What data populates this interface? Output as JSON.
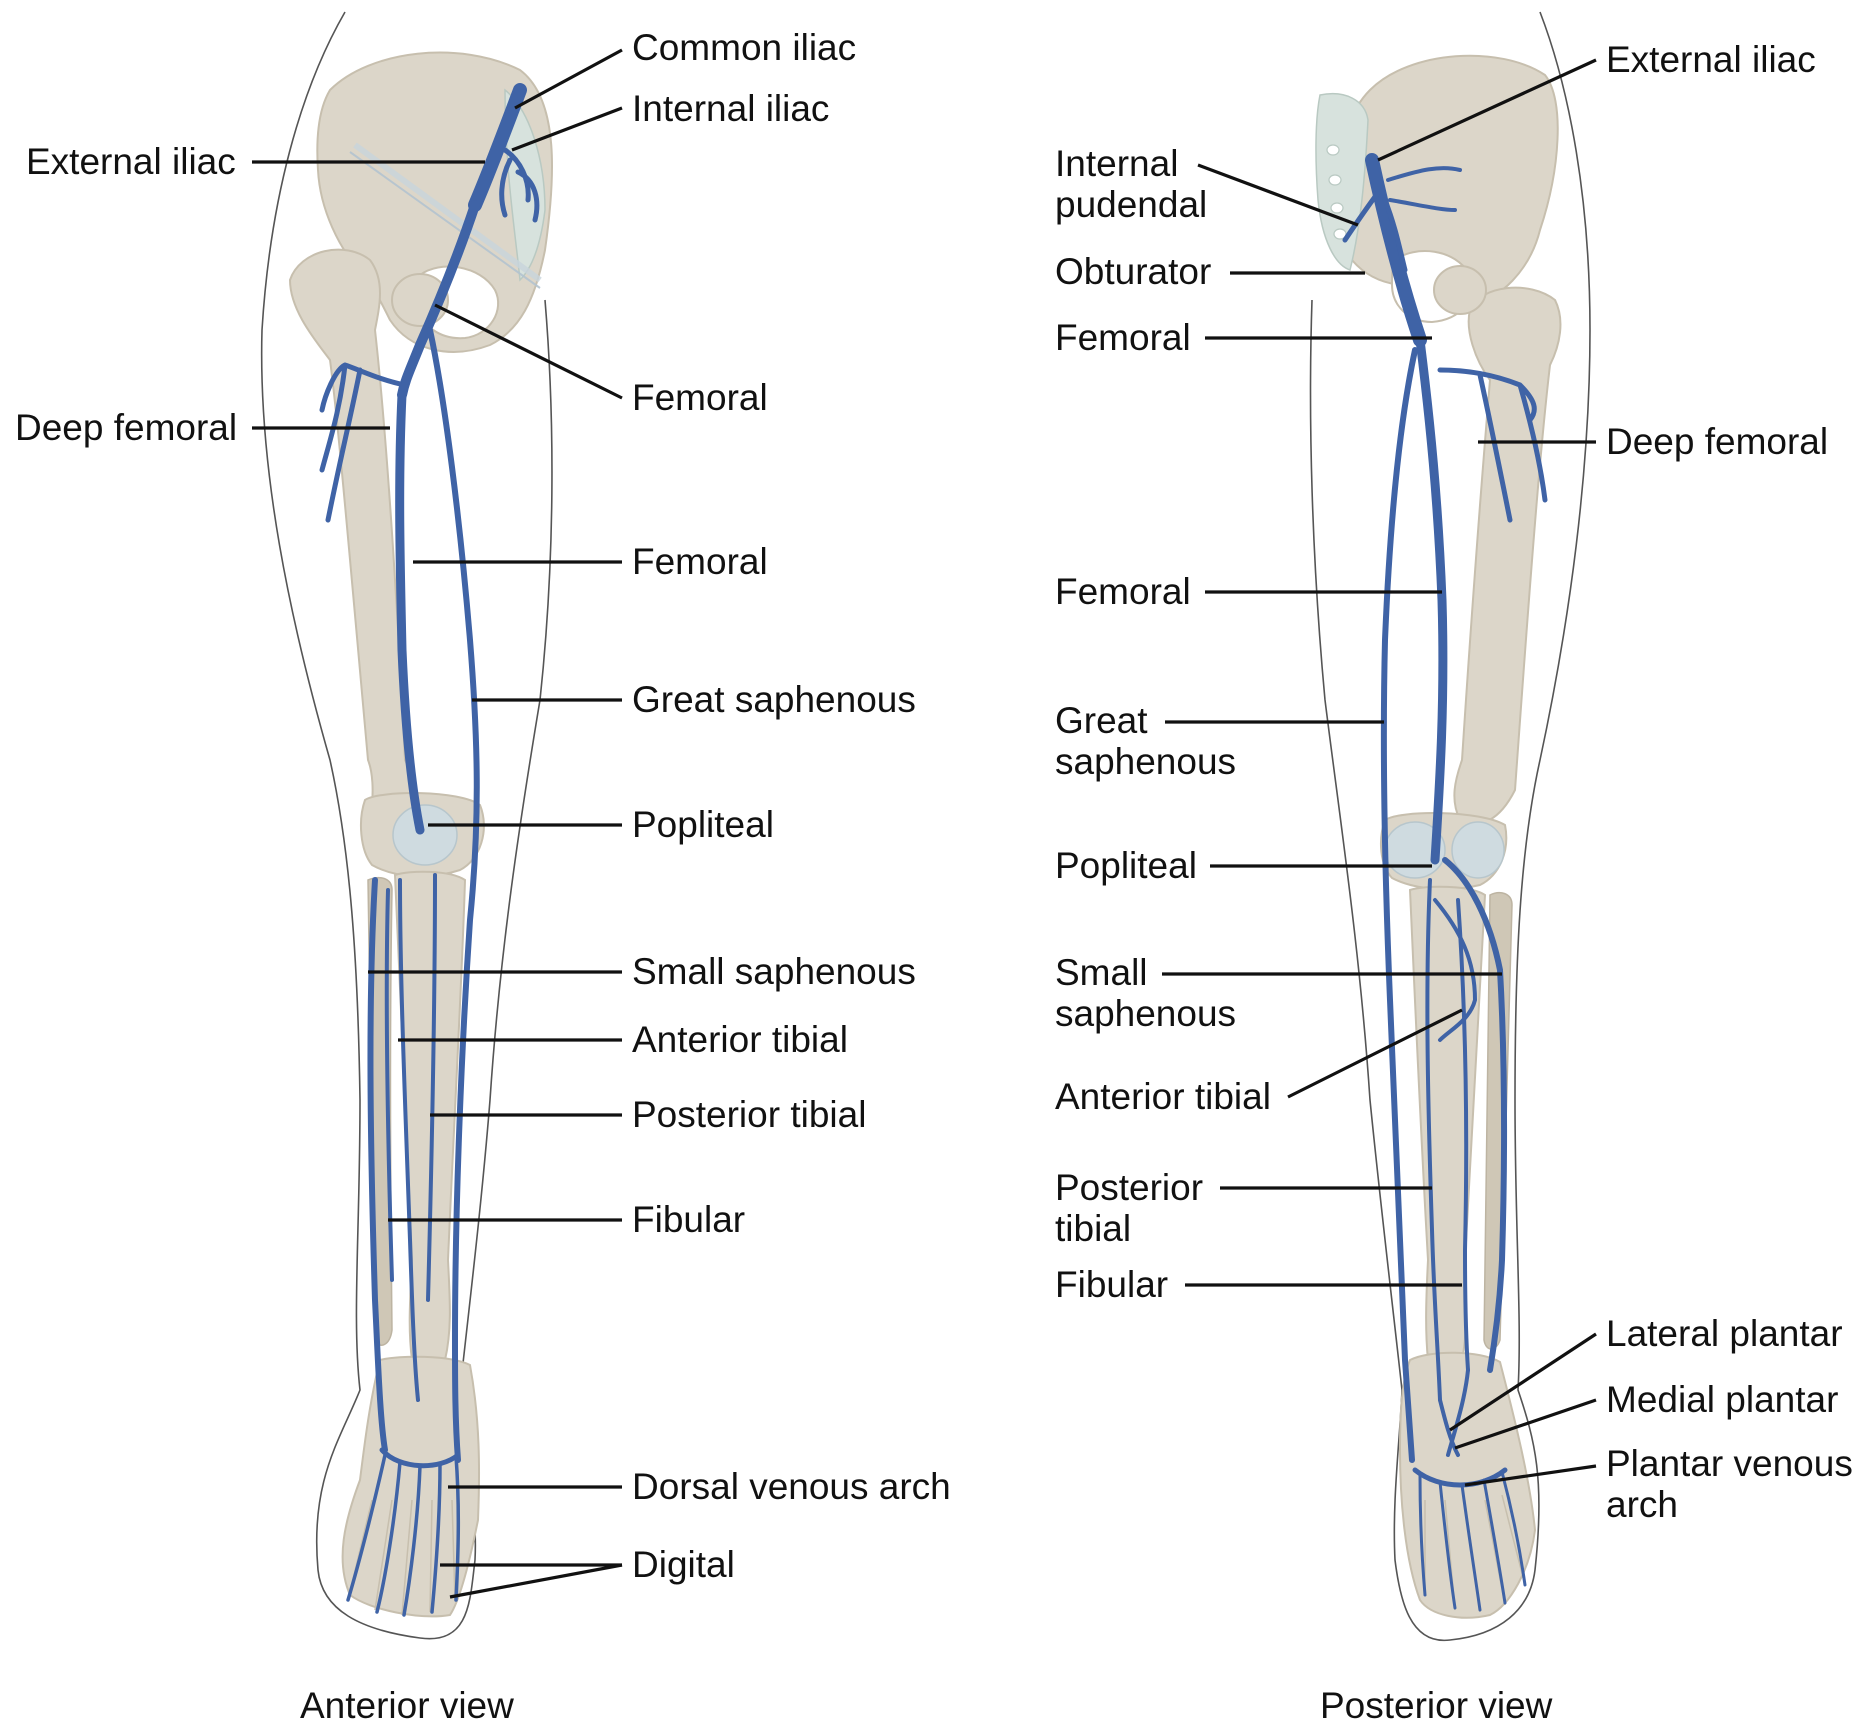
{
  "colors": {
    "vein": "#3f63a6",
    "bone": "#dcd6c9",
    "joint": "#cfdbe0",
    "pelvis_shade": "#d7e2dd",
    "text": "#111111"
  },
  "anterior": {
    "caption": "Anterior view",
    "labels": {
      "common_iliac": "Common iliac",
      "internal_iliac": "Internal iliac",
      "external_iliac": "External iliac",
      "femoral_upper": "Femoral",
      "deep_femoral": "Deep femoral",
      "femoral_mid": "Femoral",
      "great_saphenous": "Great saphenous",
      "popliteal": "Popliteal",
      "small_saphenous": "Small saphenous",
      "anterior_tibial": "Anterior tibial",
      "posterior_tibial": "Posterior tibial",
      "fibular": "Fibular",
      "dorsal_venous_arch": "Dorsal venous arch",
      "digital": "Digital"
    }
  },
  "posterior": {
    "caption": "Posterior view",
    "labels": {
      "external_iliac": "External iliac",
      "internal_pudendal_1": "Internal",
      "internal_pudendal_2": "pudendal",
      "obturator": "Obturator",
      "femoral_upper": "Femoral",
      "deep_femoral": "Deep femoral",
      "femoral_mid": "Femoral",
      "great_saphenous_1": "Great",
      "great_saphenous_2": "saphenous",
      "popliteal": "Popliteal",
      "small_saphenous_1": "Small",
      "small_saphenous_2": "saphenous",
      "anterior_tibial": "Anterior tibial",
      "posterior_tibial_1": "Posterior",
      "posterior_tibial_2": "tibial",
      "fibular": "Fibular",
      "lateral_plantar": "Lateral plantar",
      "medial_plantar": "Medial plantar",
      "plantar_venous_arch_1": "Plantar venous",
      "plantar_venous_arch_2": "arch"
    }
  }
}
